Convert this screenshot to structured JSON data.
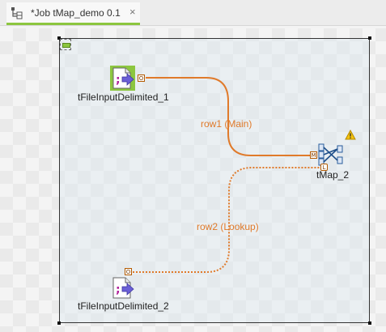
{
  "tab": {
    "title": "*Job tMap_demo 0.1",
    "close_glyph": "×",
    "icon": "job-icon",
    "active_color": "#8cc63f"
  },
  "components": {
    "input1": {
      "label": "tFileInputDelimited_1",
      "icon": "file-delimited-icon",
      "port": "O"
    },
    "input2": {
      "label": "tFileInputDelimited_2",
      "icon": "file-delimited-icon",
      "port": "O"
    },
    "tmap": {
      "label": "tMap_2",
      "icon": "tmap-icon",
      "warning": "warning-icon",
      "main_port": "M",
      "lookup_port": "L"
    }
  },
  "links": {
    "row1": {
      "label": "row1 (Main)",
      "color": "#e07a2a"
    },
    "row2": {
      "label": "row2 (Lookup)",
      "color": "#e07a2a"
    }
  }
}
